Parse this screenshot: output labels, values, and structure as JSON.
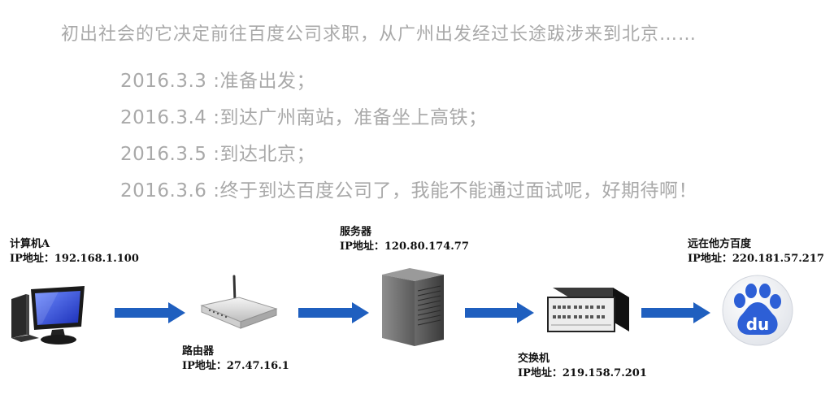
{
  "intro": "初出社会的它决定前往百度公司求职，从广州出发经过长途跋涉来到北京……",
  "timeline": [
    "2016.3.3 :准备出发；",
    "2016.3.4 :到达广州南站，准备坐上高铁；",
    "2016.3.5 :到达北京；",
    "2016.3.6 :终于到达百度公司了，我能不能通过面试呢，好期待啊！"
  ],
  "nodes": {
    "computer": {
      "name": "计算机A",
      "ip": "IP地址：192.168.1.100"
    },
    "router": {
      "name": "路由器",
      "ip": "IP地址：27.47.16.1"
    },
    "server": {
      "name": "服务器",
      "ip": "IP地址：120.80.174.77"
    },
    "switch": {
      "name": "交换机",
      "ip": "IP地址：219.158.7.201"
    },
    "baidu": {
      "name": "远在他方百度",
      "ip": "IP地址：220.181.57.217",
      "logo_text": "du"
    }
  },
  "colors": {
    "arrow": "#1f5fbf",
    "baidu_blue": "#2d5fd6",
    "text_gray": "#a9a9a9"
  }
}
